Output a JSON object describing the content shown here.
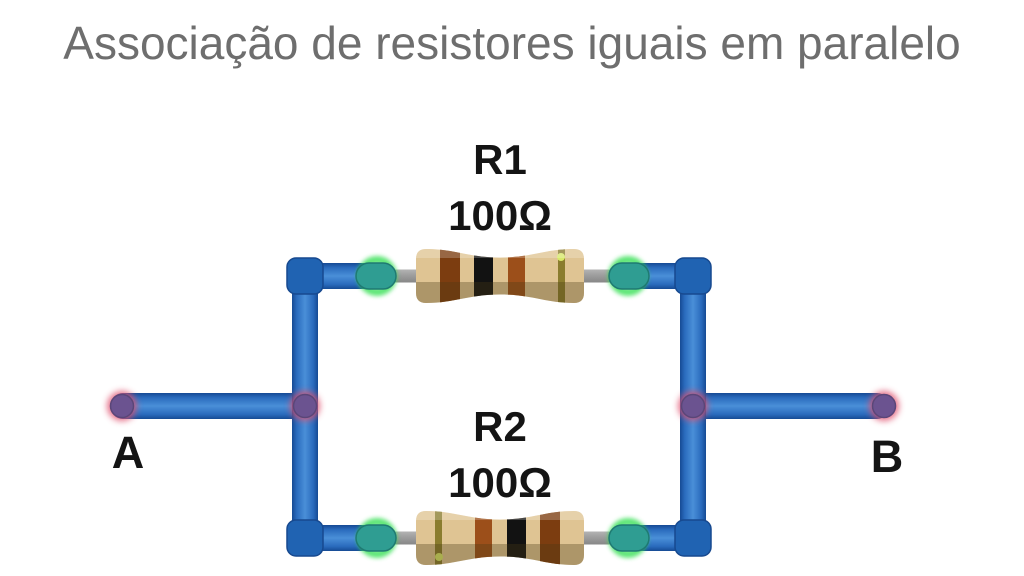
{
  "title": "Associação de resistores iguais em paralelo",
  "resistors": [
    {
      "name": "R1",
      "value": "100Ω",
      "bands": [
        "brown",
        "black",
        "brown",
        "gold"
      ]
    },
    {
      "name": "R2",
      "value": "100Ω",
      "bands": [
        "brown",
        "black",
        "brown",
        "gold"
      ]
    }
  ],
  "terminals": {
    "left": "A",
    "right": "B"
  },
  "colors": {
    "title_gray": "#6e6e6e",
    "wire_blue": "#3c80cc",
    "wire_blue_dark": "#1b55a4",
    "corner_blue": "#2063b2",
    "lead_gray": "#9b9b9b",
    "connector_teal": "#2f9d92",
    "connector_glow_green": "#35e052",
    "junction_purple": "#6b5390",
    "junction_glow_red": "#df4f6d",
    "resistor_body_tan": "#dfc493",
    "band_brown": "#7c3d10",
    "band_brown2": "#9c4f1a",
    "band_black": "#121212",
    "band_gold": "#8a7c2e",
    "label_black": "#141414"
  }
}
